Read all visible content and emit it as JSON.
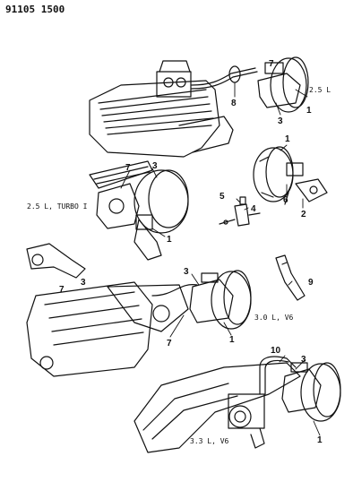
{
  "header": {
    "part_number": "91105 1500"
  },
  "engines": {
    "e25": "2.5 L",
    "e25_turbo": "2.5 L, TURBO I",
    "e30_v6": "3.0 L, V6",
    "e33_v6": "3.3 L, V6"
  },
  "callouts": [
    "1",
    "2",
    "3",
    "4",
    "5",
    "6",
    "7",
    "8",
    "9",
    "10"
  ]
}
